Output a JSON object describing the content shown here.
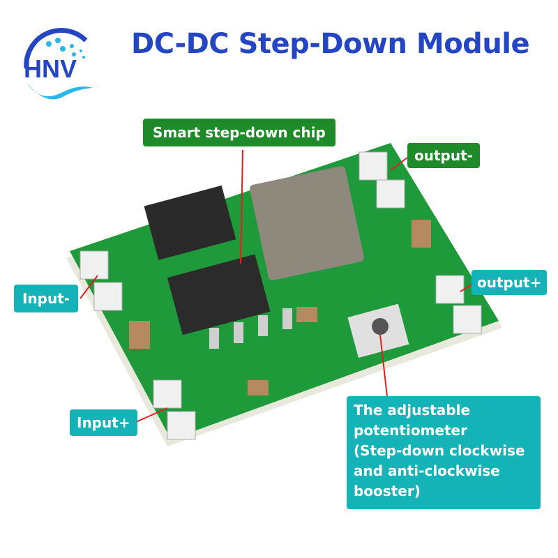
{
  "logo": {
    "text": "HNV",
    "colors": {
      "arc": "#2546c4",
      "dots": "#29b6e8",
      "wave": "#29b6e8"
    }
  },
  "title": "DC-DC Step-Down Module",
  "labels": {
    "chip": "Smart step-down chip",
    "output_minus": "output-",
    "output_plus": "output+",
    "input_minus": "Input-",
    "input_plus": "Input+",
    "potentiometer": [
      "The adjustable",
      "potentiometer",
      "(Step-down clockwise",
      "and anti-clockwise",
      "booster)"
    ]
  },
  "colors": {
    "title": "#2546c4",
    "chip_label": "#1e8a2a",
    "pin_label": "#13b3b8",
    "pcb": "#1f9a3a",
    "pointer": "#e02020"
  }
}
